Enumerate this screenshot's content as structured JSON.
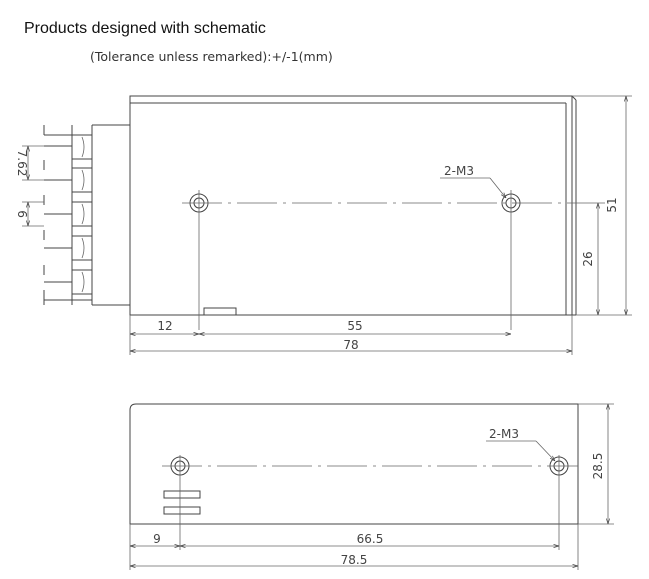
{
  "header": {
    "title": "Products designed with schematic",
    "subtitle": "(Tolerance unless remarked):+/-1(mm)"
  },
  "top_view": {
    "hole_label": "2-M3",
    "dim_pitch_terminal": "7.62",
    "dim_terminal_width": "6",
    "dim_height": "51",
    "dim_hole_height": "26",
    "dim_left_offset": "12",
    "dim_hole_spacing": "55",
    "dim_length": "78"
  },
  "side_view": {
    "hole_label": "2-M3",
    "dim_height": "28.5",
    "dim_left_offset": "9",
    "dim_hole_spacing": "66.5",
    "dim_length": "78.5"
  }
}
